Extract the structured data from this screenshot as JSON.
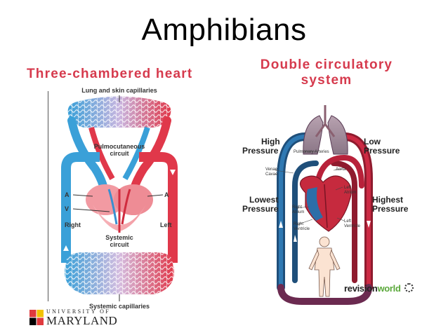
{
  "slide": {
    "title": "Amphibians",
    "left_subtitle": "Three-chambered heart",
    "right_subtitle": "Double circulatory system"
  },
  "left_diagram": {
    "labels": {
      "lung_skin_capillaries": "Lung and skin capillaries",
      "pulmocutaneous_line1": "Pulmocutaneous",
      "pulmocutaneous_line2": "circuit",
      "atrium_left_side": "A",
      "atrium_right_side": "A",
      "ventricle": "V",
      "right": "Right",
      "left": "Left",
      "systemic_line1": "Systemic",
      "systemic_line2": "circuit",
      "systemic_capillaries": "Systemic capillaries"
    }
  },
  "right_diagram": {
    "labels": {
      "high_pressure_line1": "High",
      "high_pressure_line2": "Pressure",
      "low_pressure_line1": "Low",
      "low_pressure_line2": "Pressure",
      "lowest_pressure_line1": "Lowest",
      "lowest_pressure_line2": "Pressure",
      "highest_pressure_line1": "Highest",
      "highest_pressure_line2": "Pressure",
      "pulmonary_arteries": "Pulmonary Arteries",
      "aorta": "Aorta",
      "venae_cavae_line1": "Venae",
      "venae_cavae_line2": "Cavae",
      "left_atrium_line1": "Left",
      "left_atrium_line2": "Atrium",
      "right_atrium_line1": "Right",
      "right_atrium_line2": "Atrium",
      "right_ventricle_line1": "Right",
      "right_ventricle_line2": "Ventricle",
      "left_ventricle_line1": "Left",
      "left_ventricle_line2": "Ventricle"
    },
    "brand": {
      "part1": "revision",
      "part2": "world"
    }
  },
  "logo": {
    "line1": "UNIVERSITY OF",
    "line2": "MARYLAND"
  },
  "colors": {
    "subtitle": "#d63a4d",
    "oxygenated": "#e0384a",
    "deoxygenated": "#3a8fcf",
    "dark_red": "#b8213a",
    "dark_blue": "#1f4f7a",
    "brand_green": "#5aa83a"
  }
}
